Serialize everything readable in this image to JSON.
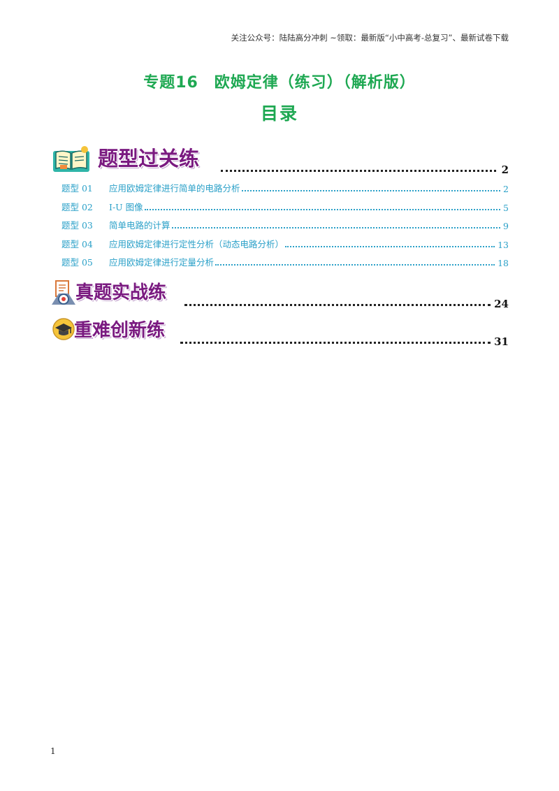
{
  "header_note": "关注公众号：陆陆高分冲刺  ~领取：最新版“小中高考-总复习”、最新试卷下载",
  "title": "专题16　欧姆定律（练习）（解析版）",
  "subtitle": "目录",
  "sections": [
    {
      "label": "题型过关练",
      "page": "2",
      "icon": "open-book-icon"
    },
    {
      "label": "真题实战练",
      "page": "24",
      "icon": "target-document-icon"
    },
    {
      "label": "重难创新练",
      "page": "31",
      "icon": "graduation-cap-icon"
    }
  ],
  "subitems": [
    {
      "num": "题型 01",
      "text": "应用欧姆定律进行简单的电路分析",
      "page": "2"
    },
    {
      "num": "题型 02",
      "text": "I-U 图像",
      "page": "5"
    },
    {
      "num": "题型 03",
      "text": "简单电路的计算",
      "page": "9"
    },
    {
      "num": "题型 04",
      "text": "应用欧姆定律进行定性分析（动态电路分析）",
      "page": "13"
    },
    {
      "num": "题型 05",
      "text": "应用欧姆定律进行定量分析",
      "page": "18"
    }
  ],
  "page_number": "1",
  "colors": {
    "title": "#1ea852",
    "toc_link": "#2aa0c8",
    "section_label": "#7a1a80"
  }
}
